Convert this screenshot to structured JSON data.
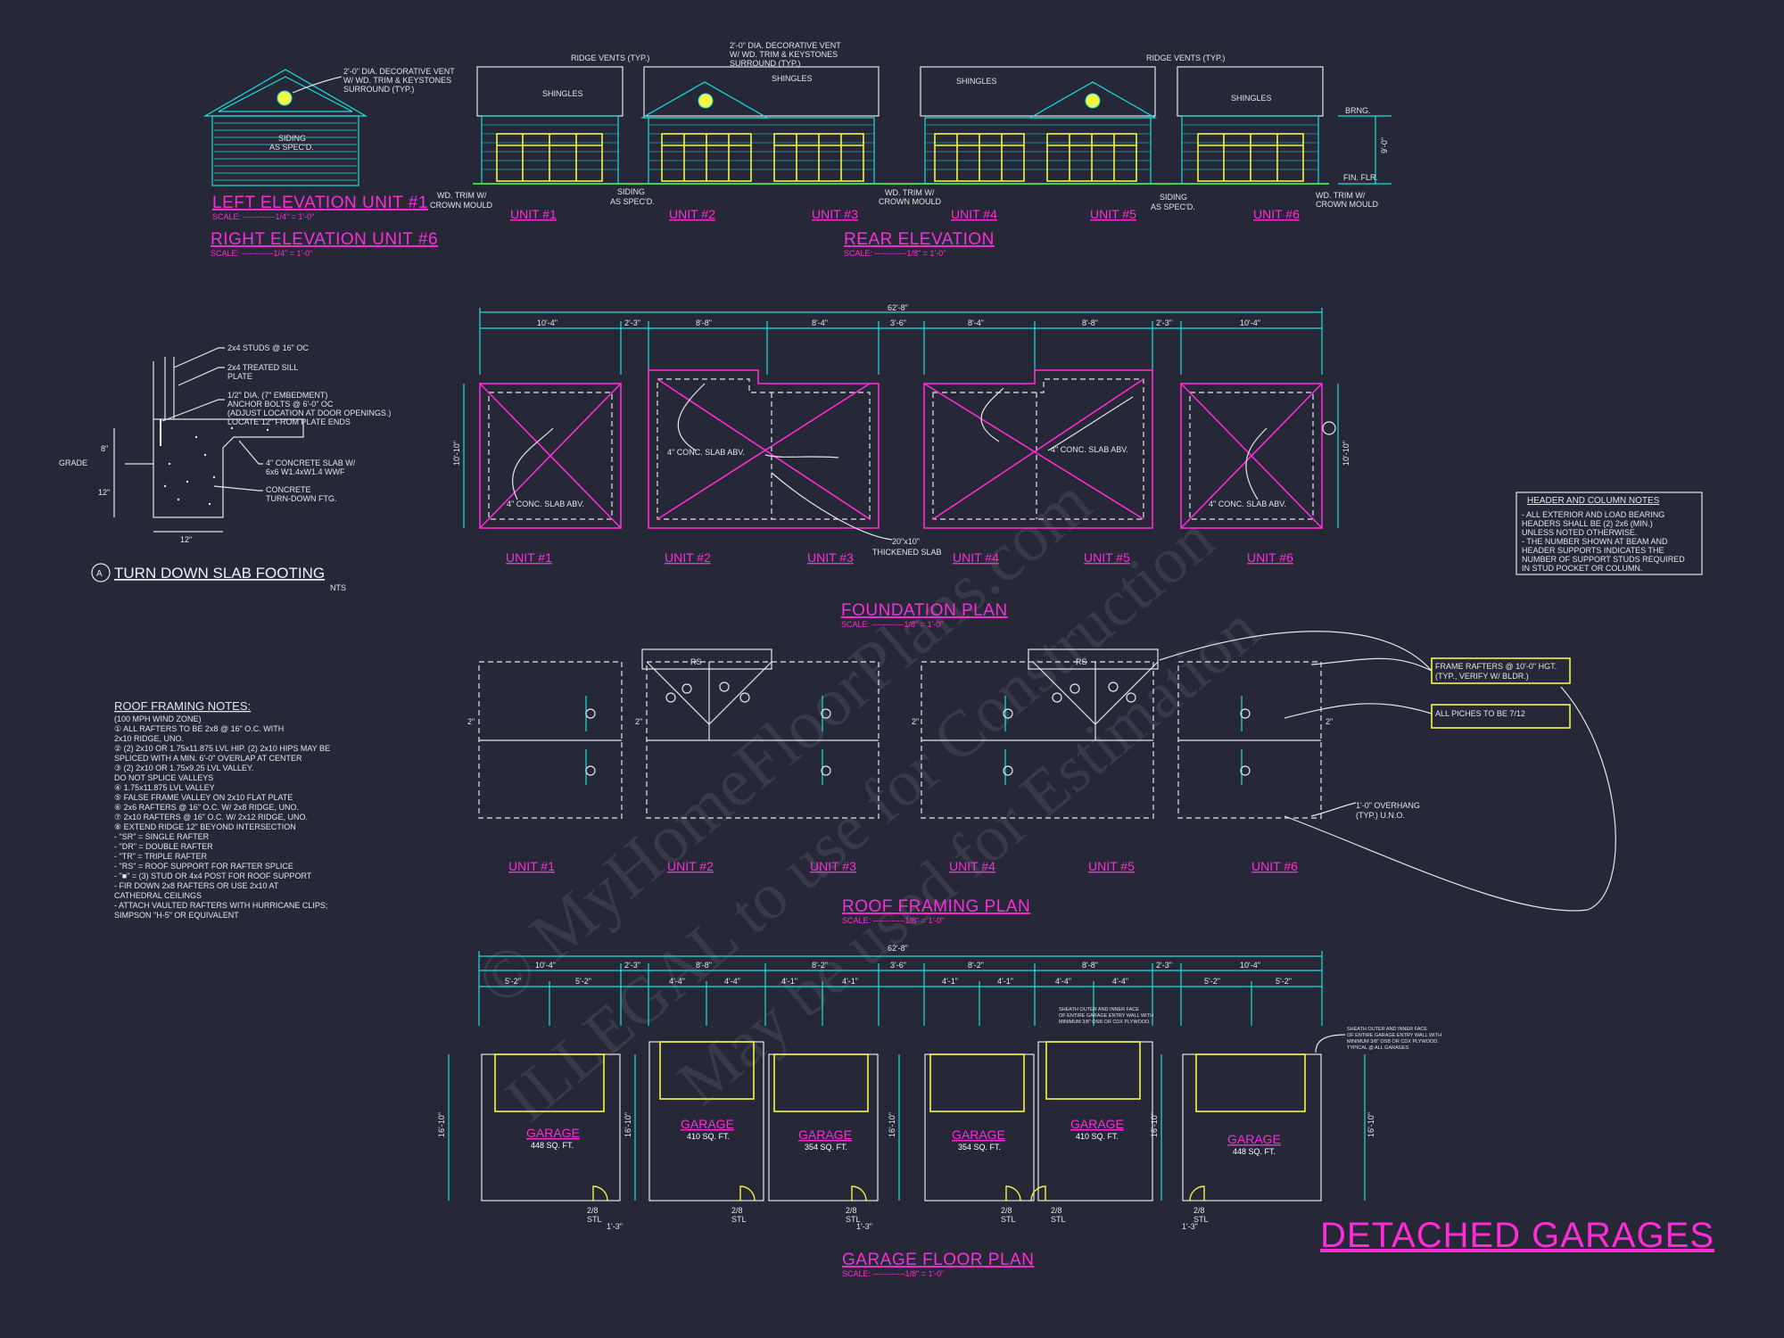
{
  "sheet_title": "DETACHED GARAGES",
  "colors": {
    "background": "#262838",
    "cyan": "#19e0e0",
    "magenta": "#ff2bd6",
    "yellow": "#f5f542",
    "white": "#e6e6e6"
  },
  "watermark": {
    "line1": "© MyHomeFloorPlans.com",
    "line2": "ILLEGAL to use for Construction",
    "line3": "May be used for Estimation"
  },
  "left_elevation": {
    "title": "LEFT ELEVATION UNIT #1",
    "scale": "SCALE: ------------1/4\" = 1'-0\"",
    "title2": "RIGHT ELEVATION UNIT #6",
    "scale2": "SCALE: ------------1/4\" = 1'-0\"",
    "vent_note": [
      "2'-0\" DIA. DECORATIVE VENT",
      "W/ WD. TRIM & KEYSTONES",
      "SURROUND (TYP.)"
    ],
    "siding_note": [
      "SIDING",
      "AS SPEC'D."
    ]
  },
  "rear_elevation": {
    "title": "REAR ELEVATION",
    "scale": "SCALE: ------------1/8\" = 1'-0\"",
    "ridge_vents_a": "RIDGE VENTS (TYP.)",
    "ridge_vents_b": "RIDGE VENTS (TYP.)",
    "vent_note": [
      "2'-0\" DIA. DECORATIVE VENT",
      "W/ WD. TRIM & KEYSTONES",
      "SURROUND (TYP.)"
    ],
    "shingles": "SHINGLES",
    "siding": [
      "SIDING",
      "AS SPEC'D."
    ],
    "trim": [
      "WD. TRIM W/",
      "CROWN MOULD"
    ],
    "brng": "BRNG.",
    "fin_flr": "FIN. FLR.",
    "height": "9'-0\"",
    "units": [
      "UNIT #1",
      "UNIT #2",
      "UNIT #3",
      "UNIT #4",
      "UNIT #5",
      "UNIT #6"
    ]
  },
  "footing": {
    "title": "TURN DOWN SLAB FOOTING",
    "marker": "A",
    "nts": "NTS",
    "grade": "GRADE",
    "dims": [
      "8\"",
      "12\"",
      "12\""
    ],
    "notes": [
      "2x4 STUDS @ 16\" OC",
      "2x4 TREATED SILL",
      "PLATE",
      "1/2\" DIA. (7\" EMBEDMENT)",
      "ANCHOR BOLTS @ 6'-0\" OC",
      "(ADJUST LOCATION AT DOOR OPENINGS.)",
      "LOCATE 12\" FROM PLATE ENDS",
      "4\" CONCRETE SLAB W/",
      "6x6 W1.4xW1.4 WWF",
      "CONCRETE",
      "TURN-DOWN FTG."
    ]
  },
  "foundation_plan": {
    "title": "FOUNDATION PLAN",
    "scale": "SCALE: ------------1/8\" = 1'-0\"",
    "overall_dim": "62'-8\"",
    "dims": [
      "10'-4\"",
      "2'-3\"",
      "8'-8\"",
      "8'-4\"",
      "3'-6\"",
      "8'-4\"",
      "8'-8\"",
      "2'-3\"",
      "10'-4\""
    ],
    "side_dim": "10'-10\"",
    "slab_note": "4\" CONC. SLAB ABV.",
    "thick_slab": [
      "20\"x10\"",
      "THICKENED SLAB"
    ],
    "units": [
      "UNIT #1",
      "UNIT #2",
      "UNIT #3",
      "UNIT #4",
      "UNIT #5",
      "UNIT #6"
    ]
  },
  "header_notes": {
    "title": "HEADER AND COLUMN NOTES",
    "lines": [
      "- ALL EXTERIOR AND LOAD BEARING",
      "HEADERS SHALL BE (2) 2x6 (MIN.)",
      "UNLESS NOTED OTHERWISE.",
      "- THE NUMBER SHOWN AT BEAM AND",
      "HEADER SUPPORTS INDICATES THE",
      "NUMBER OF SUPPORT STUDS REQUIRED",
      "IN STUD POCKET OR COLUMN."
    ]
  },
  "roof_notes": {
    "title": "ROOF FRAMING NOTES:",
    "lines": [
      "(100 MPH WIND ZONE)",
      "① ALL RAFTERS TO BE 2x8 @ 16\" O.C. WITH",
      "   2x10 RIDGE, UNO.",
      "② (2) 2x10 OR 1.75x11.875 LVL HIP. (2) 2x10 HIPS MAY BE",
      "   SPLICED WITH A MIN. 6'-0\" OVERLAP AT CENTER",
      "③ (2) 2x10 OR 1.75x9.25 LVL VALLEY.",
      "   DO NOT SPLICE VALLEYS",
      "④ 1.75x11.875 LVL VALLEY",
      "⑤ FALSE FRAME VALLEY ON 2x10 FLAT PLATE",
      "⑥ 2x6 RAFTERS @ 16\" O.C. W/ 2x8 RIDGE, UNO.",
      "⑦ 2x10 RAFTERS @ 16\" O.C. W/ 2x12 RIDGE, UNO.",
      "⑧ EXTEND RIDGE 12\" BEYOND INTERSECTION",
      "-  \"SR\" = SINGLE RAFTER",
      "-  \"DR\" = DOUBLE RAFTER",
      "-  \"TR\" = TRIPLE RAFTER",
      "-  \"RS\" = ROOF SUPPORT FOR RAFTER SPLICE",
      "-  \"■\" = (3) STUD OR 4x4 POST FOR ROOF SUPPORT",
      "-  FIR DOWN 2x8 RAFTERS OR USE 2x10 AT",
      "   CATHEDRAL CEILINGS",
      "-  ATTACH VAULTED RAFTERS WITH HURRICANE CLIPS;",
      "   SIMPSON \"H-5\" OR EQUIVALENT"
    ]
  },
  "roof_framing_plan": {
    "title": "ROOF FRAMING PLAN",
    "scale": "SCALE: ------------1/8\" = 1'-0\"",
    "note_frame": [
      "FRAME RAFTERS @ 10'-0\" HGT.",
      "(TYP., VERIFY W/ BLDR.)"
    ],
    "note_pitch": "ALL PICHES TO BE 7/12",
    "note_overhang": [
      "1'-0\" OVERHANG",
      "(TYP.) U.N.O."
    ],
    "rs": "RS",
    "overhang_dim": "2\"",
    "units": [
      "UNIT #1",
      "UNIT #2",
      "UNIT #3",
      "UNIT #4",
      "UNIT #5",
      "UNIT #6"
    ]
  },
  "garage_floor_plan": {
    "title": "GARAGE FLOOR PLAN",
    "scale": "SCALE: ------------1/8\" = 1'-0\"",
    "overall_dim": "62'-8\"",
    "dims": [
      "10'-4\"",
      "2'-3\"",
      "8'-8\"",
      "8'-2\"",
      "3'-6\"",
      "8'-2\"",
      "8'-8\"",
      "2'-3\"",
      "10'-4\""
    ],
    "sub_dims": [
      "5'-2\"",
      "5'-2\"",
      "4'-4\"",
      "4'-4\"",
      "4'-1\"",
      "4'-1\"",
      "4'-1\"",
      "4'-1\"",
      "4'-4\"",
      "4'-4\"",
      "5'-2\"",
      "5'-2\""
    ],
    "side_dim": "16'-10\"",
    "door_label": [
      "2/8",
      "STL"
    ],
    "gap_dim": "1'-3\"",
    "sheath_note": [
      "SHEATH OUTER AND INNER FACE",
      "OF ENTIRE GARAGE ENTRY WALL WITH",
      "MINIMUM 3/8\" OSB OR CDX PLYWOOD.",
      "TYPICAL @ ALL GARAGES"
    ],
    "garages": [
      {
        "label": "GARAGE",
        "area": "448 SQ. FT."
      },
      {
        "label": "GARAGE",
        "area": "410 SQ. FT."
      },
      {
        "label": "GARAGE",
        "area": "354 SQ. FT."
      },
      {
        "label": "GARAGE",
        "area": "354 SQ. FT."
      },
      {
        "label": "GARAGE",
        "area": "410 SQ. FT."
      },
      {
        "label": "GARAGE",
        "area": "448 SQ. FT."
      }
    ]
  }
}
